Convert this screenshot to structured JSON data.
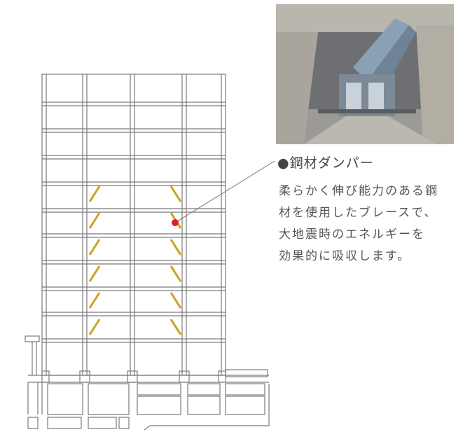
{
  "callout": {
    "title": "●鋼材ダンパー",
    "description_lines": [
      "柔らかく伸び能力のある鋼",
      "材を使用したブレースで、",
      "大地震時のエネルギーを",
      "効果的に吸収します。"
    ]
  },
  "colors": {
    "damper": "#c9a227",
    "pointer_dot": "#e11b22",
    "line": "#7a7a7a",
    "text": "#555555"
  }
}
